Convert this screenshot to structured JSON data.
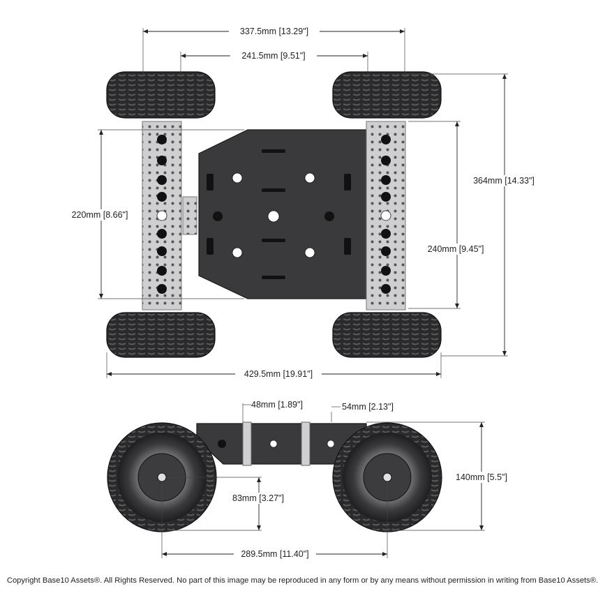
{
  "top_view": {
    "dimensions": {
      "outer_wheel_span": "337.5mm [13.29\"]",
      "inner_wheel_span": "241.5mm [9.51\"]",
      "overall_length": "364mm [14.33\"]",
      "rail_inner_span": "220mm [8.66\"]",
      "rail_outer_span": "240mm [9.45\"]",
      "overall_width": "429.5mm [19.91\"]"
    }
  },
  "side_view": {
    "dimensions": {
      "bracket_spacing": "48mm [1.89\"]",
      "bracket_offset": "54mm [2.13\"]",
      "overall_height": "140mm [5.5\"]",
      "axle_height": "83mm [3.27\"]",
      "wheelbase": "289.5mm [11.40\"]"
    }
  },
  "footer": {
    "copyright": "Copyright Base10 Assets®.  All Rights Reserved. No part of this image may be reproduced in any form or by any means without permission in writing from Base10 Assets®."
  },
  "colors": {
    "plate": "#3a3a3c",
    "rail": "#c9c9cb",
    "tire": "#2b2b2d",
    "hub": "#4a4a4c",
    "dimension": "#222222"
  }
}
